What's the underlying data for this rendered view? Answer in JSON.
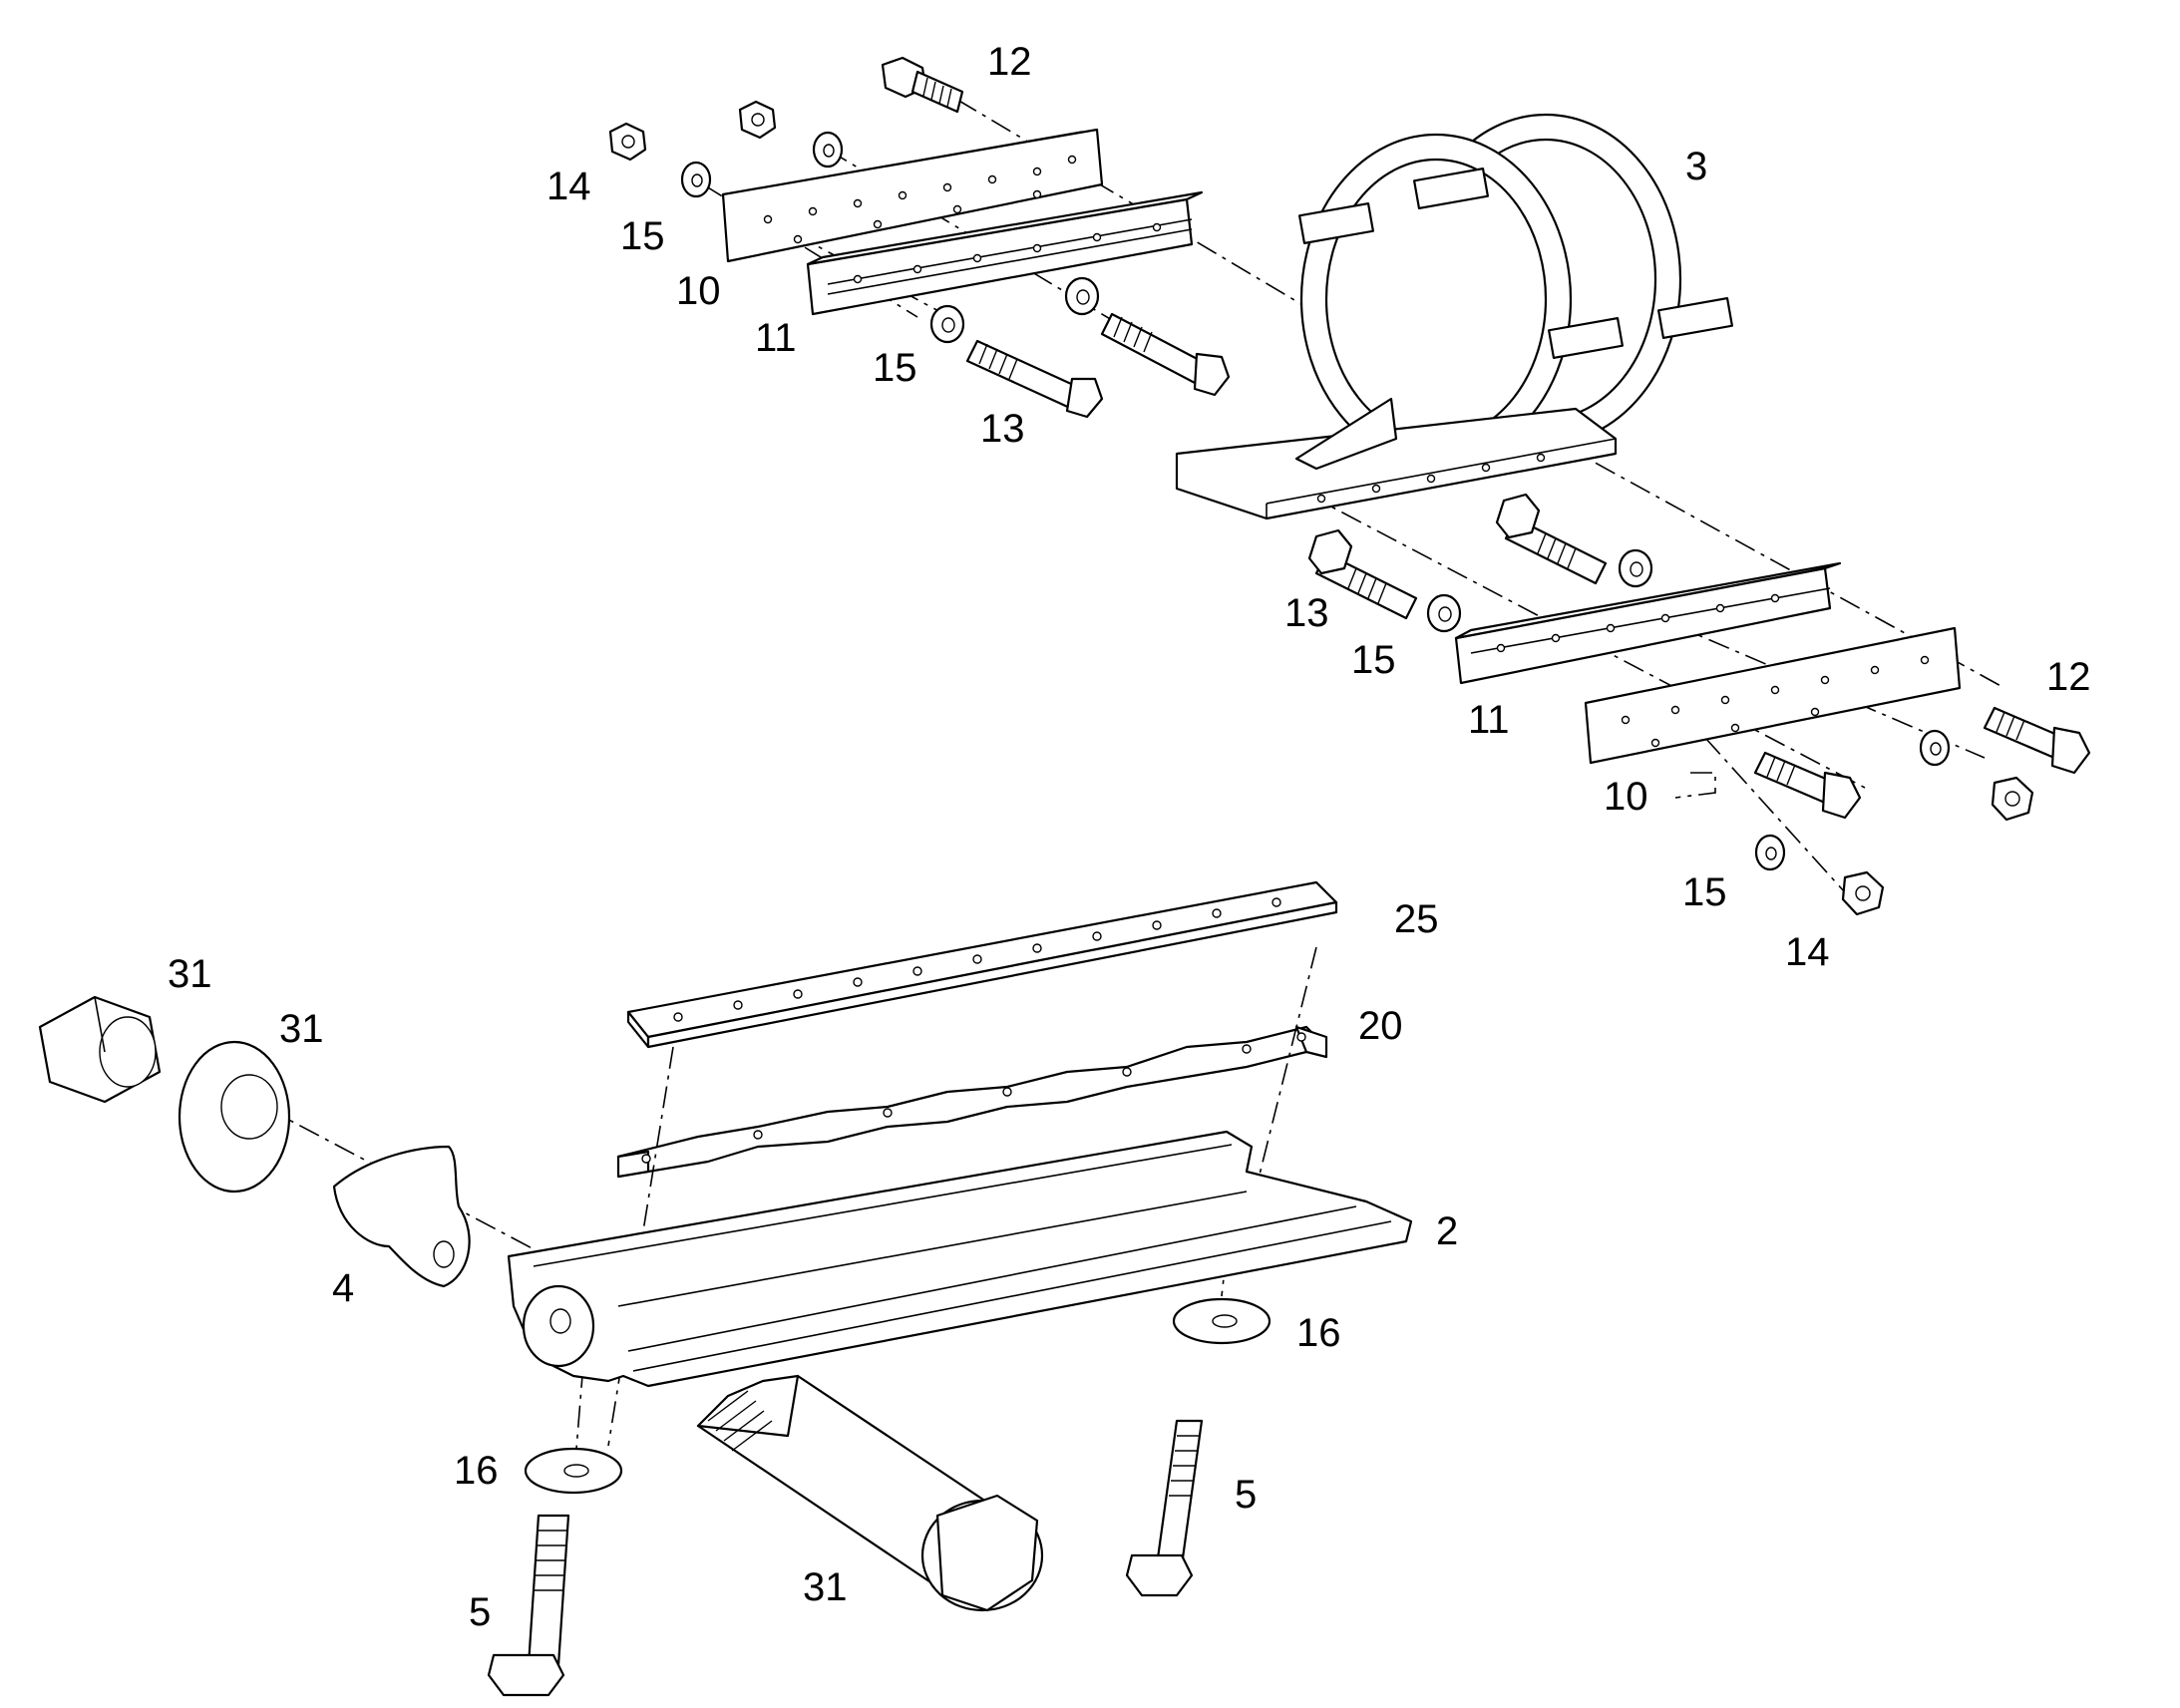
{
  "callouts": {
    "n12_top": "12",
    "n3": "3",
    "n14_top": "14",
    "n15_top_a": "15",
    "n10_top": "10",
    "n11_top": "11",
    "n15_top_b": "15",
    "n13_top": "13",
    "n13_right": "13",
    "n15_right": "15",
    "n11_right": "11",
    "n12_right": "12",
    "n10_right": "10",
    "n15_low_right": "15",
    "n14_low_right": "14",
    "n25": "25",
    "n20": "20",
    "n31_nut": "31",
    "n31_washer": "31",
    "n2": "2",
    "n4": "4",
    "n16_right": "16",
    "n16_left": "16",
    "n5_right": "5",
    "n5_left": "5",
    "n31_pin": "31"
  },
  "icons": {
    "clamp": "pipe-clamp-icon",
    "bolt": "hex-bolt-icon",
    "nut": "hex-nut-icon",
    "washer": "washer-icon"
  }
}
